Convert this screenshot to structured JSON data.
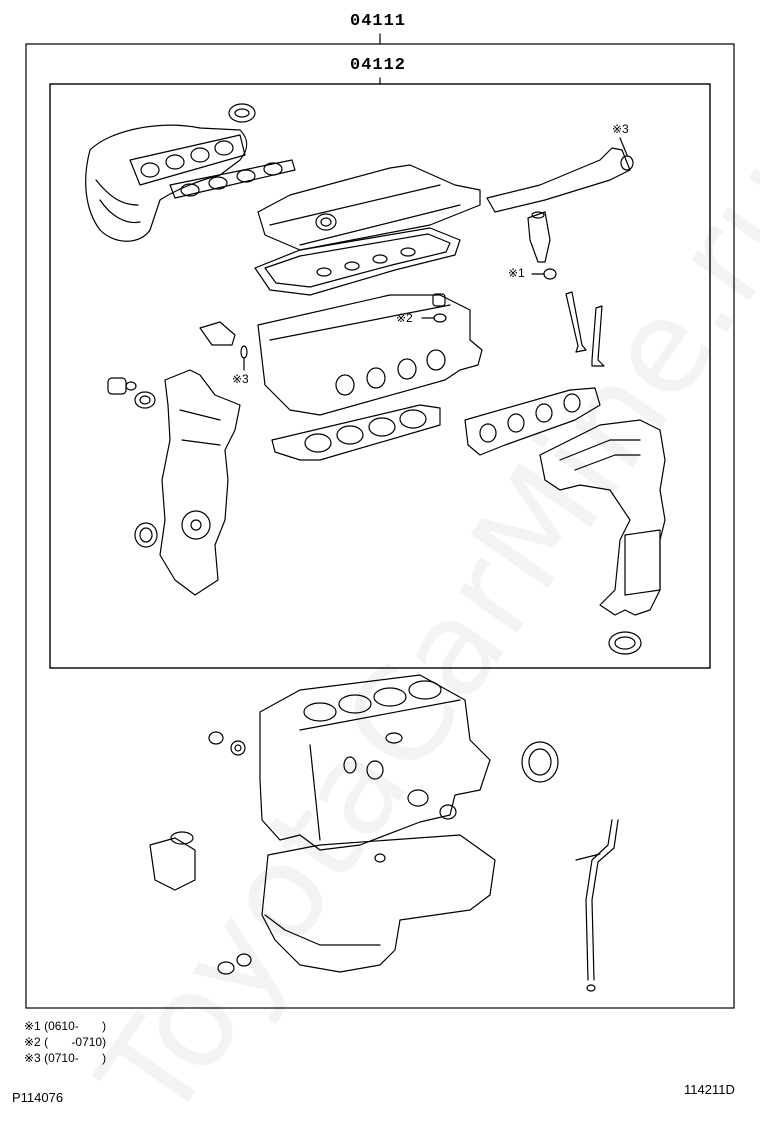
{
  "outer_kit_number": "04111",
  "inner_kit_number": "04112",
  "callouts": {
    "mark1": "※1",
    "mark2": "※2",
    "mark3_a": "※3",
    "mark3_b": "※3"
  },
  "notes": [
    {
      "mark": "※1",
      "range": "(0610-       )"
    },
    {
      "mark": "※2",
      "range": "(       -0710)"
    },
    {
      "mark": "※3",
      "range": "(0710-       )"
    }
  ],
  "footer_left": "P114076",
  "footer_right": "114211D",
  "watermark": "ToyotaCarMine.ru"
}
